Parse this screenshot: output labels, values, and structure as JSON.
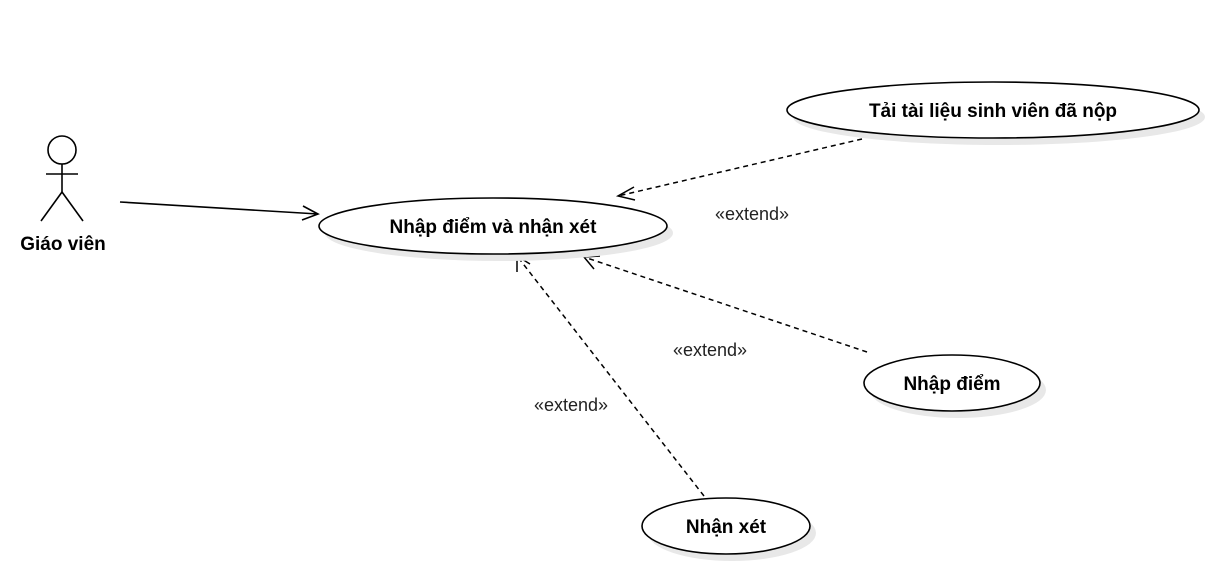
{
  "actor": {
    "name": "Giáo viên"
  },
  "use_cases": {
    "main": "Nhập điểm và nhận xét",
    "download": "Tải tài liệu sinh viên đã nộp",
    "enter_score": "Nhập điểm",
    "enter_comment": "Nhận xét"
  },
  "relations": {
    "extend_label_1": "«extend»",
    "extend_label_2": "«extend»",
    "extend_label_3": "«extend»"
  }
}
